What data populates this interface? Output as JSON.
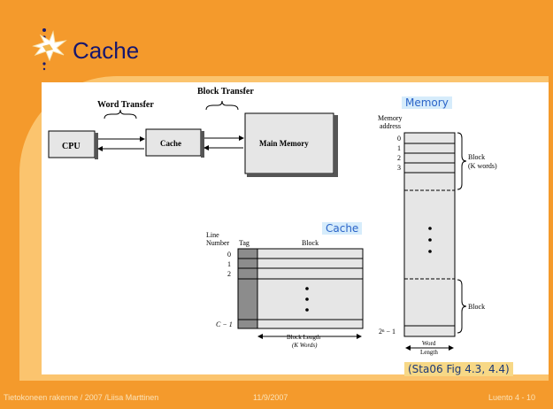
{
  "slide": {
    "title": "Cache",
    "citation": "(Sta06 Fig 4.3, 4.4)",
    "footer": {
      "left": "Tietokoneen rakenne / 2007 /Liisa Marttinen",
      "center": "11/9/2007",
      "right": "Luento 4 - 10"
    }
  },
  "top_diagram": {
    "word_transfer": "Word Transfer",
    "block_transfer": "Block Transfer",
    "cpu": "CPU",
    "cache": "Cache",
    "main_memory": "Main Memory"
  },
  "memory_diagram": {
    "title": "Memory",
    "address_label_1": "Memory",
    "address_label_2": "address",
    "addresses": [
      "0",
      "1",
      "2",
      "3"
    ],
    "last_address": "2ⁿ − 1",
    "block_label": "Block",
    "block_sub": "(K words)",
    "block_label_2": "Block",
    "width_label_1": "Word",
    "width_label_2": "Length"
  },
  "cache_diagram": {
    "title": "Cache",
    "line_header_1": "Line",
    "line_header_2": "Number",
    "tag_header": "Tag",
    "block_header": "Block",
    "lines": [
      "0",
      "1",
      "2"
    ],
    "last_line": "C − 1",
    "length_label_1": "Block Length",
    "length_label_2": "(K Words)"
  },
  "colors": {
    "background": "#f49a2c",
    "title": "#16166e",
    "box_fill": "#e6e6e6",
    "tag_fill": "#8c8c8c"
  }
}
